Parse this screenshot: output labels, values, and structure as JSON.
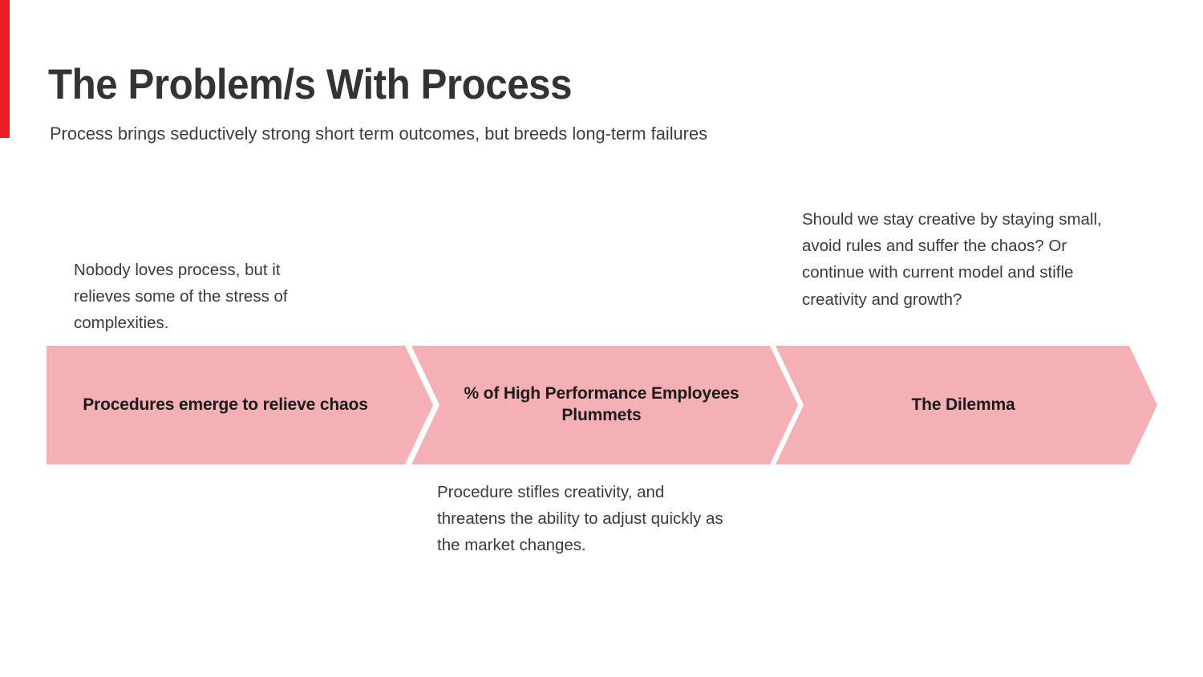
{
  "slide": {
    "title": "The Problem/s With Process",
    "subtitle": "Process brings seductively strong short term outcomes, but breeds long-term failures",
    "accent_color": "#ec1c24",
    "chevron_color": "#f5b0b5",
    "background_color": "#ffffff",
    "title_color": "#333333",
    "body_text_color": "#3a3a3a",
    "chevron_label_color": "#1b1b1b"
  },
  "process": {
    "steps": [
      {
        "id": "step-1",
        "label": "Procedures emerge to relieve chaos",
        "annotation": "Nobody loves process, but it relieves some of the stress of complexities.",
        "annotation_position": "above"
      },
      {
        "id": "step-2",
        "label": "% of High Performance Employees Plummets",
        "annotation": "Procedure stifles creativity, and threatens the ability to adjust quickly as the market changes.",
        "annotation_position": "below"
      },
      {
        "id": "step-3",
        "label": "The Dilemma",
        "annotation": "Should we stay creative by staying small, avoid rules and suffer the chaos? Or continue with current model and stifle creativity and growth?",
        "annotation_position": "above"
      }
    ]
  }
}
